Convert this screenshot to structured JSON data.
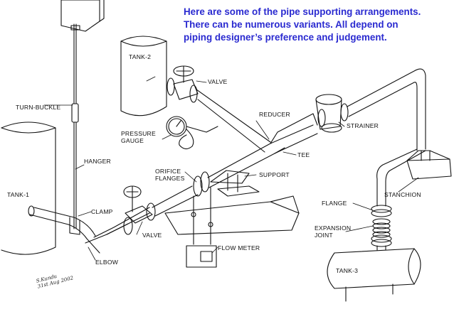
{
  "headline": {
    "line1": "Here are some of the pipe supporting arrangements.",
    "line2": "There can be numerous variants. All depend on",
    "line3": "piping designer’s preference and judgement."
  },
  "labels": {
    "tank1": "TANK-1",
    "tank2": "TANK-2",
    "tank3": "TANK-3",
    "turn_buckle": "TURN-BUCKLE",
    "hanger": "HANGER",
    "clamp": "CLAMP",
    "elbow": "ELBOW",
    "valve_top": "VALVE",
    "valve_bottom": "VALVE",
    "pressure_gauge_1": "PRESSURE",
    "pressure_gauge_2": "GAUGE",
    "orifice_flanges_1": "ORIFICE",
    "orifice_flanges_2": "FLANGES",
    "reducer": "REDUCER",
    "tee": "TEE",
    "support": "SUPPORT",
    "strainer": "STRAINER",
    "stanchion": "STANCHION",
    "flange": "FLANGE",
    "expansion_joint_1": "EXPANSION",
    "expansion_joint_2": "JOINT",
    "flow_meter": "FLOW METER"
  },
  "signature": {
    "line1": "S.Kundu",
    "line2": "31st Aug 2002"
  },
  "colors": {
    "headline": "#2a2ad0",
    "line": "#111111"
  }
}
